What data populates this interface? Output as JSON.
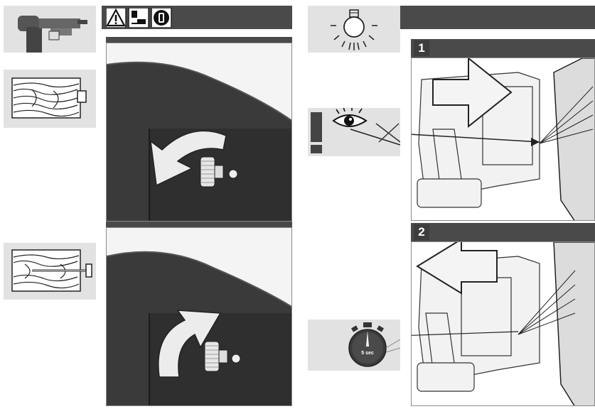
{
  "steps": {
    "step1": "1",
    "step2": "2"
  },
  "stopwatch": {
    "label": "5 sec"
  },
  "icons": {
    "warning": "warning-triangle-icon",
    "lightbulb": "lightbulb-icon",
    "eye": "eye-icon",
    "exclamation": "exclamation-icon"
  },
  "colors": {
    "dark_bar": "#4a4a4a",
    "light_box": "#e2e2e2",
    "tool_body": "#3a3a3a"
  }
}
